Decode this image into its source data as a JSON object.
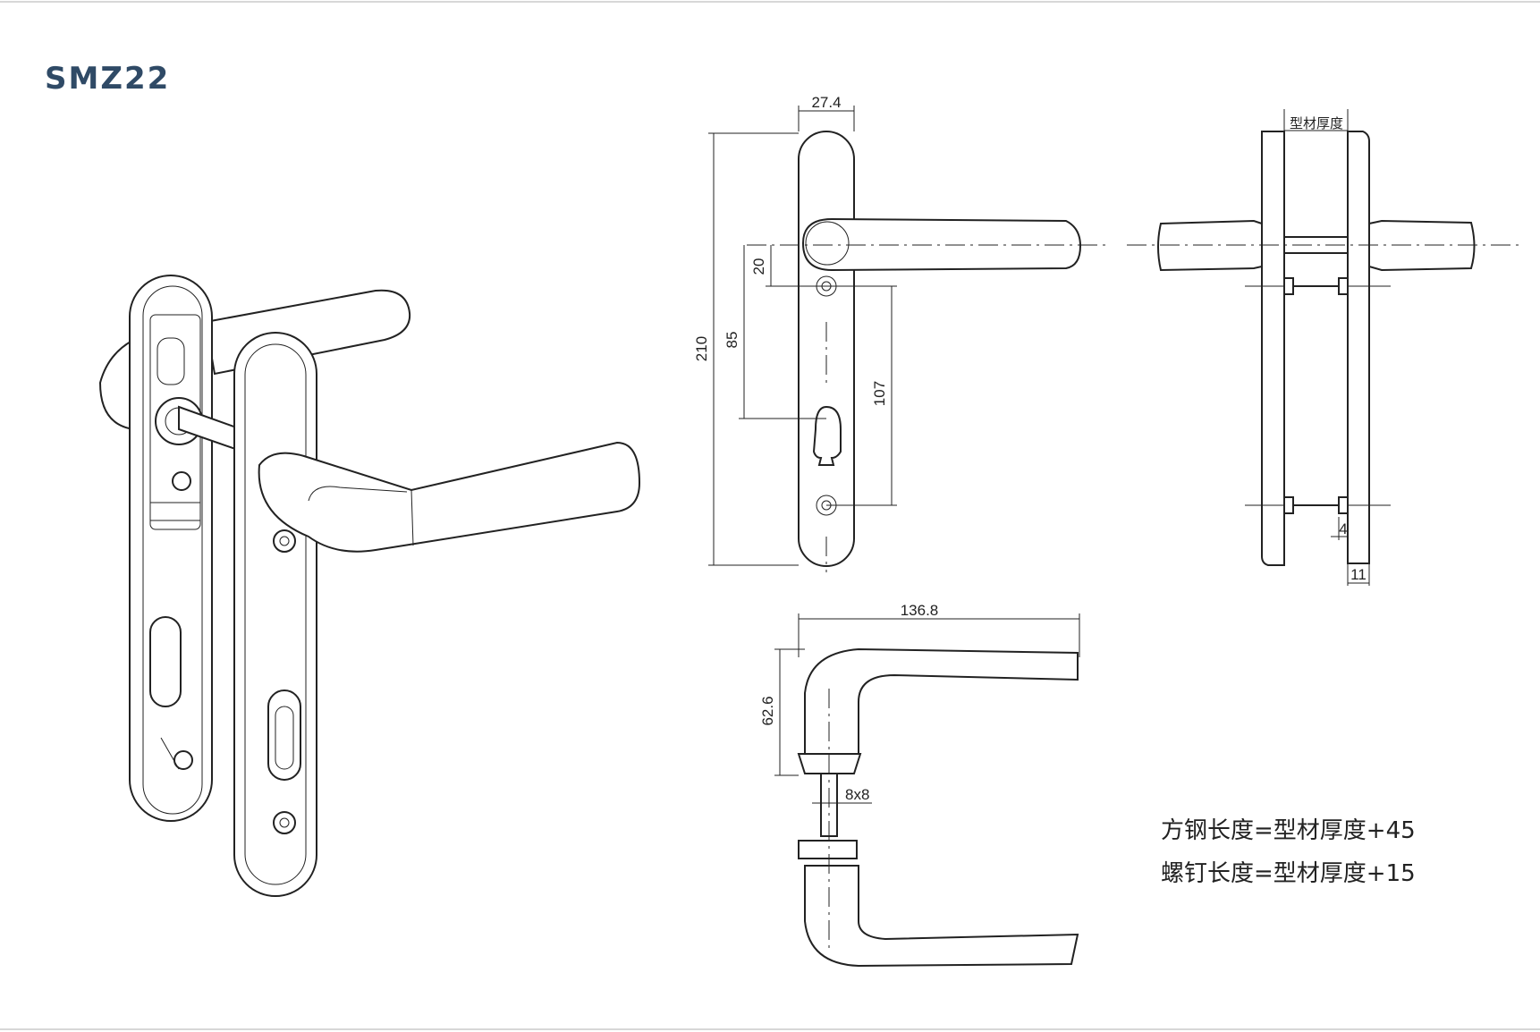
{
  "title": "SMZ22",
  "dimensions": {
    "plate_width": "27.4",
    "overall_height": "210",
    "spindle_to_screw": "20",
    "spindle_to_cylinder": "85",
    "screw_pitch": "107",
    "profile_thickness": "型材厚度",
    "screw_offset": "4",
    "plate_thickness": "11",
    "handle_length": "136.8",
    "handle_height": "62.6",
    "spindle_size": "8x8"
  },
  "notes": {
    "spindle_length": "方钢长度=型材厚度+45",
    "screw_length": "螺钉长度=型材厚度+15"
  },
  "colors": {
    "title": "#2f4a66",
    "line": "#222222",
    "rule": "#d7d7d7"
  }
}
